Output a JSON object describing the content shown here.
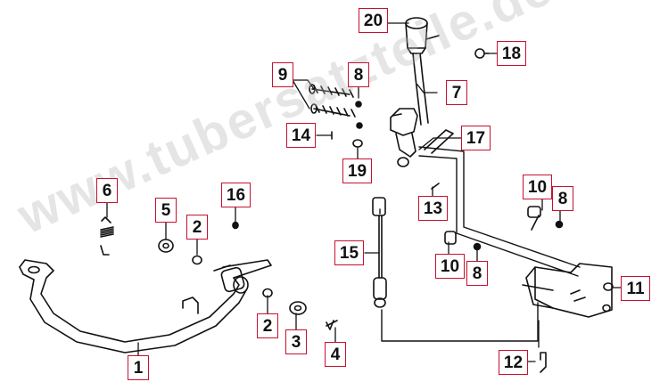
{
  "watermark": "www.tubersatzteile.de",
  "accent_color": "#c8102e",
  "parts": {
    "p1": "1",
    "p2a": "2",
    "p2b": "2",
    "p3": "3",
    "p4": "4",
    "p5": "5",
    "p6": "6",
    "p7": "7",
    "p8a": "8",
    "p8b": "8",
    "p8c": "8",
    "p9": "9",
    "p10a": "10",
    "p10b": "10",
    "p11": "11",
    "p12": "12",
    "p13": "13",
    "p14": "14",
    "p15": "15",
    "p16": "16",
    "p17": "17",
    "p18": "18",
    "p19": "19",
    "p20": "20"
  }
}
